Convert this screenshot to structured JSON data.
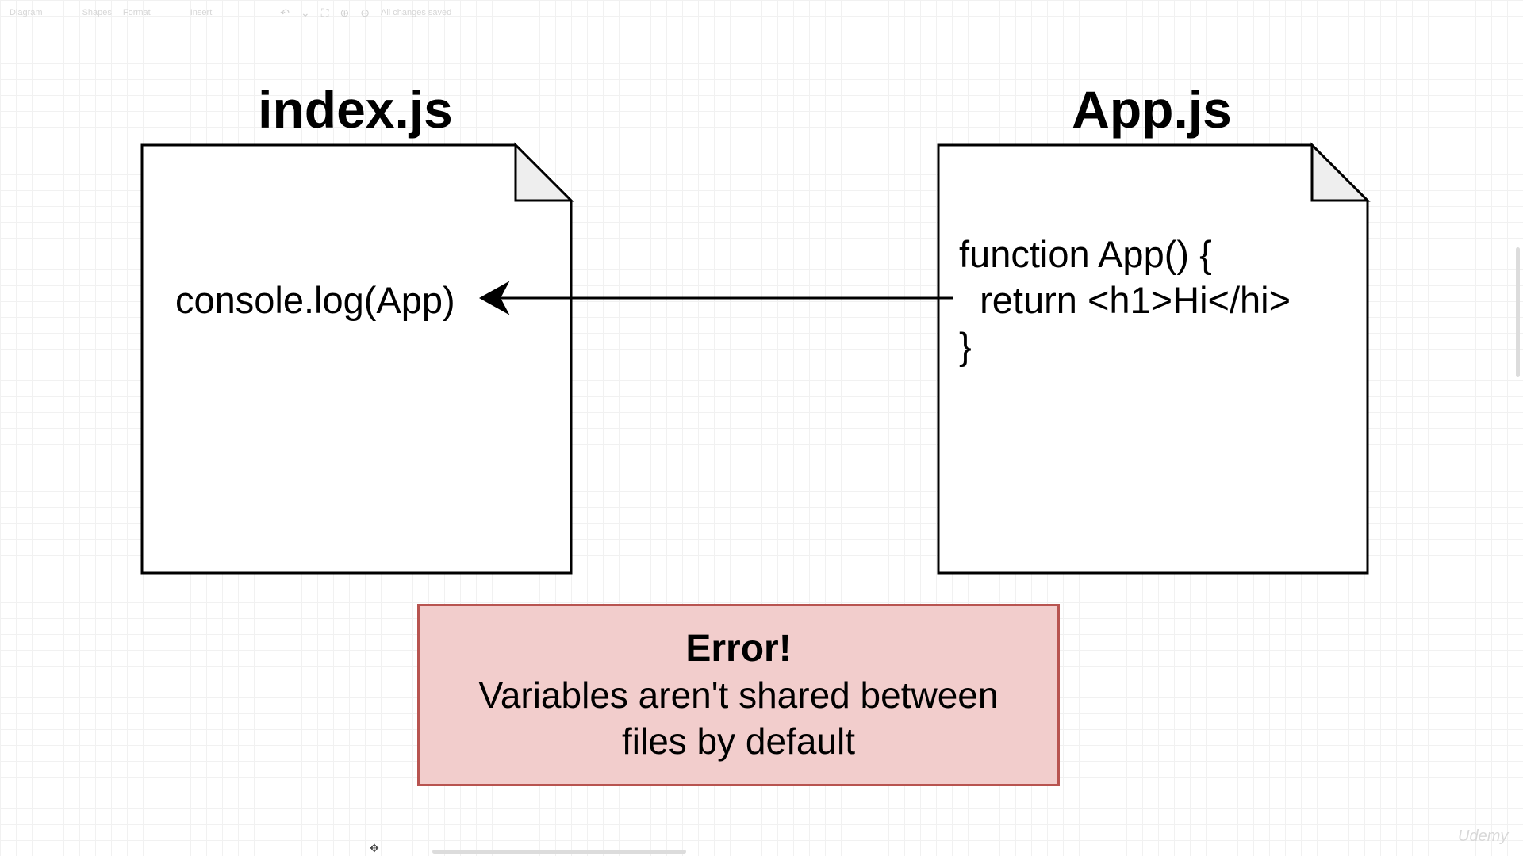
{
  "toolbar": {
    "diagram_menu": "Diagram",
    "shapes_menu": "Shapes",
    "format_menu": "Format",
    "insert_menu": "Insert",
    "status": "All changes saved"
  },
  "files": {
    "index": {
      "title": "index.js",
      "code": "console.log(App)"
    },
    "app": {
      "title": "App.js",
      "code_lines": [
        "function App() {",
        "  return <h1>Hi</hi>",
        "}"
      ]
    }
  },
  "error": {
    "title": "Error!",
    "lines": [
      "Variables aren't shared between",
      "files by default"
    ]
  },
  "watermark": "Udemy",
  "colors": {
    "error_fill": "#f2cdcc",
    "error_border": "#b85450",
    "note_fold": "#eeeeee",
    "stroke": "#000000"
  }
}
